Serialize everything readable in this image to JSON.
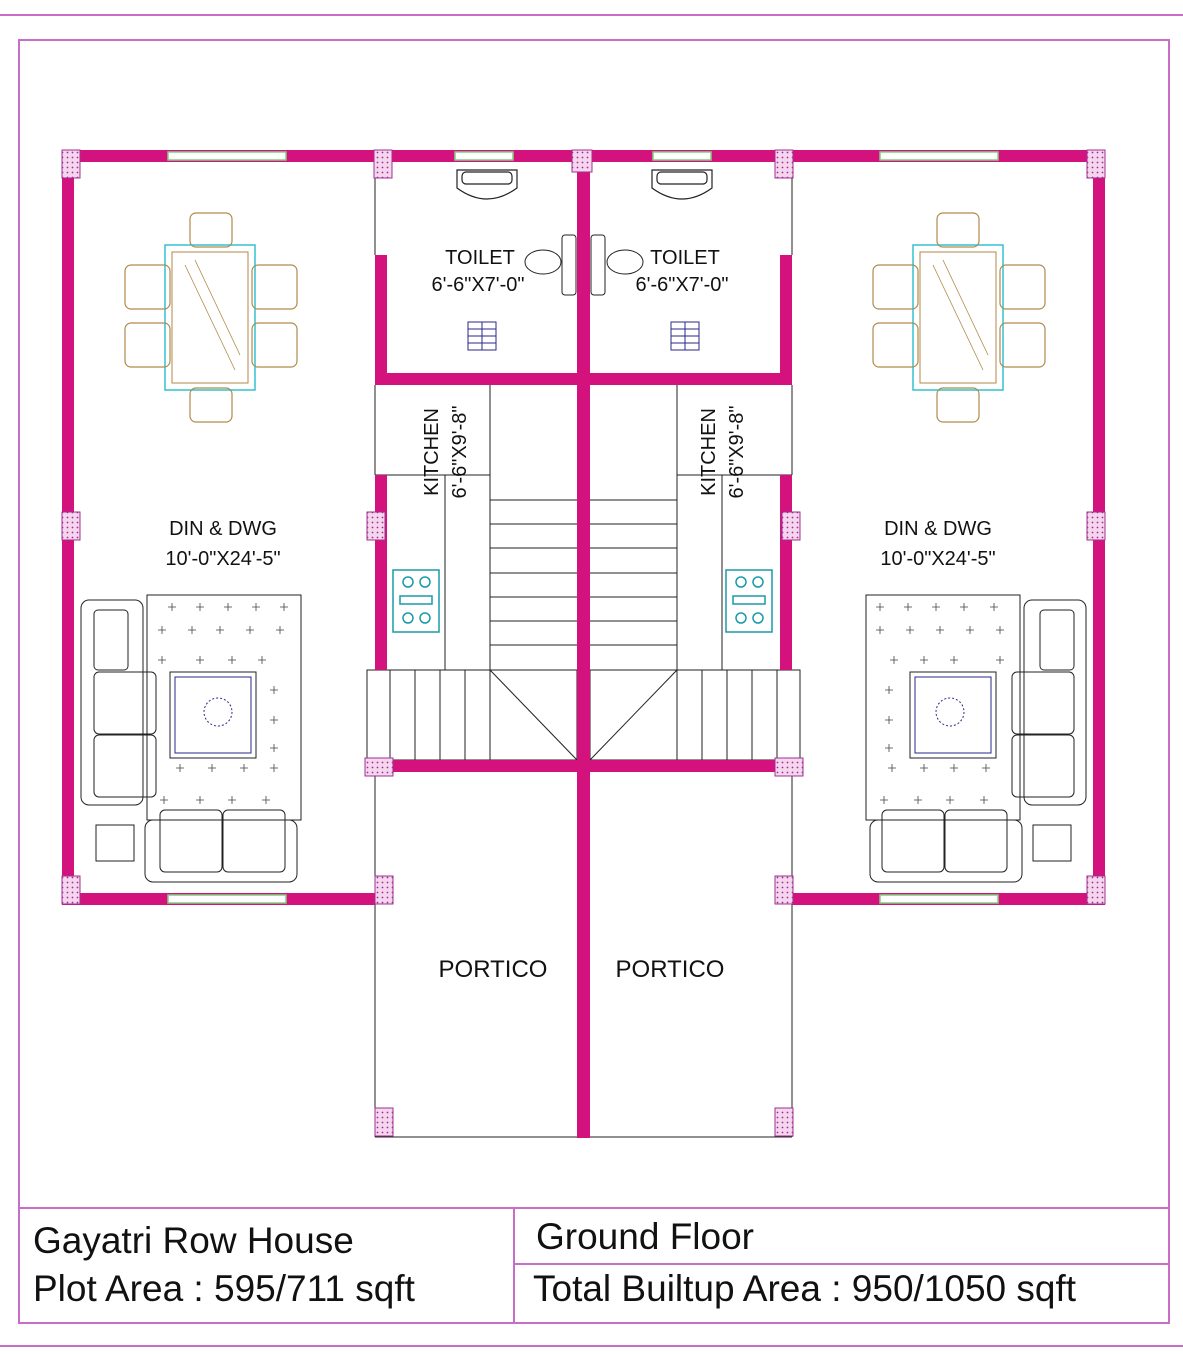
{
  "colors": {
    "wall": "#d4127e",
    "border": "#c86ec8",
    "window": "#7fd07f",
    "column": "#f2c6e6",
    "furniture_brown": "#b08a4a",
    "furniture_cyan": "#33c0d0",
    "line": "#222222"
  },
  "rooms": {
    "left_din": {
      "name": "DIN & DWG",
      "size": "10'-0\"X24'-5\""
    },
    "right_din": {
      "name": "DIN & DWG",
      "size": "10'-0\"X24'-5\""
    },
    "left_toilet": {
      "name": "TOILET",
      "size": "6'-6\"X7'-0\""
    },
    "right_toilet": {
      "name": "TOILET",
      "size": "6'-6\"X7'-0\""
    },
    "left_kitchen": {
      "name": "KITCHEN",
      "size": "6'-6\"X9'-8\""
    },
    "right_kitchen": {
      "name": "KITCHEN",
      "size": "6'-6\"X9'-8\""
    },
    "left_portico": {
      "name": "PORTICO"
    },
    "right_portico": {
      "name": "PORTICO"
    }
  },
  "title_block": {
    "project": "Gayatri Row House",
    "plot_area": "Plot Area : 595/711 sqft",
    "floor": "Ground Floor",
    "builtup": "Total Builtup Area : 950/1050 sqft"
  }
}
